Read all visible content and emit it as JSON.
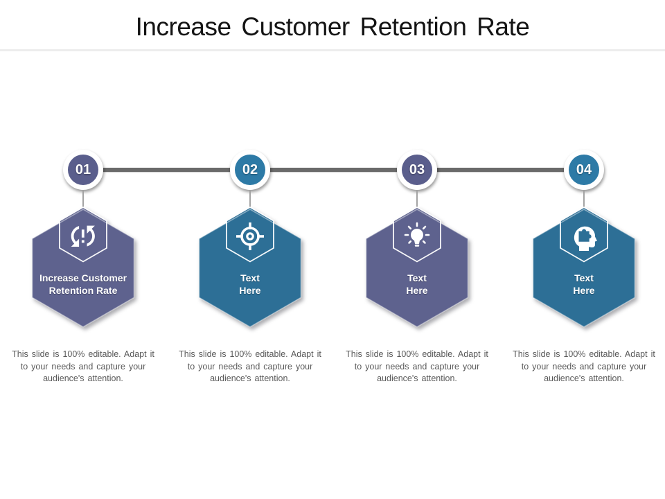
{
  "slide": {
    "title": "Increase Customer Retention Rate"
  },
  "colors": {
    "purple_hexagon": "#5e628e",
    "teal_hexagon": "#2d6f96",
    "purple_circle": "#5a5e8c",
    "teal_circle": "#2d7aa6",
    "timeline_line": "#6a6a6a",
    "description_text": "#595959",
    "divider": "#ededed"
  },
  "steps": [
    {
      "number": "01",
      "theme": "purple",
      "icon": "sync-problem-icon",
      "label": [
        "Increase Customer",
        "Retention Rate"
      ],
      "description": "This slide is 100% editable. Adapt it to your needs and capture your audience's attention."
    },
    {
      "number": "02",
      "theme": "teal",
      "icon": "target-icon",
      "label": [
        "Text",
        "Here"
      ],
      "description": "This slide is 100% editable. Adapt it to your needs and capture your audience's attention."
    },
    {
      "number": "03",
      "theme": "purple",
      "icon": "idea-bulb-icon",
      "label": [
        "Text",
        "Here"
      ],
      "description": "This slide is 100% editable. Adapt it to your needs and capture your audience's attention."
    },
    {
      "number": "04",
      "theme": "teal",
      "icon": "head-puzzle-icon",
      "label": [
        "Text",
        "Here"
      ],
      "description": "This slide is 100% editable. Adapt it to your needs and capture your audience's attention."
    }
  ]
}
